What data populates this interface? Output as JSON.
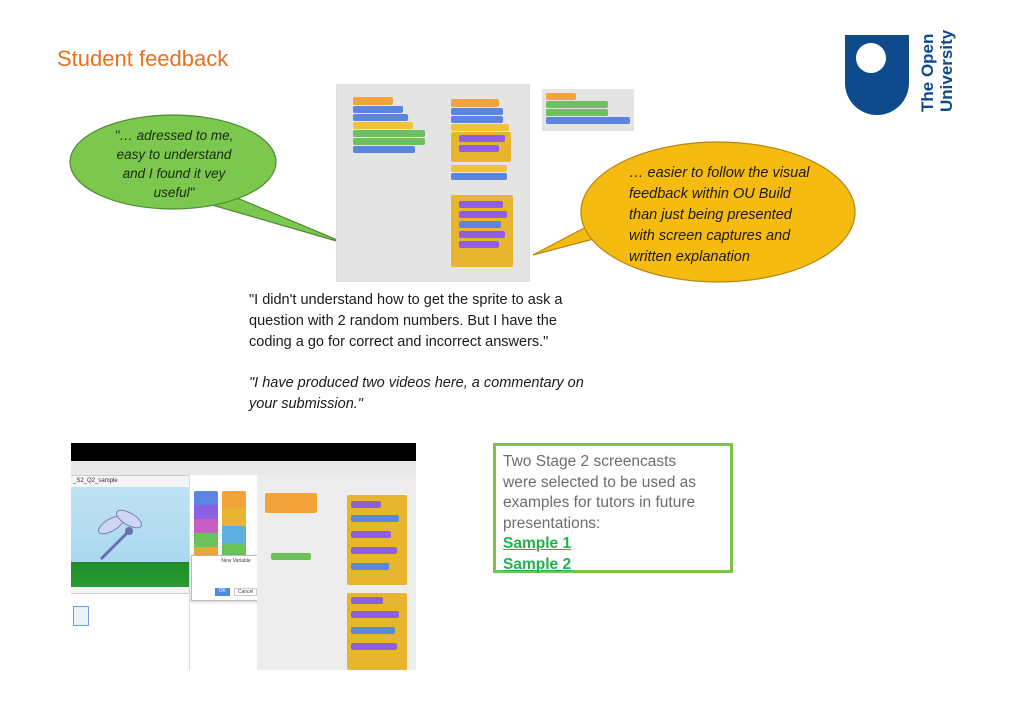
{
  "slide": {
    "title": "Student feedback"
  },
  "logo": {
    "line1": "The Open",
    "line2": "University",
    "color": "#0e4a8c"
  },
  "bubble_green": {
    "lines": [
      "\"… adressed to me,",
      "easy to understand",
      "and I found it vey",
      "useful\""
    ],
    "fill": "#7cc84f"
  },
  "bubble_yellow": {
    "lines": [
      "… easier to follow the visual",
      "feedback within OU Build",
      "than just being presented",
      "with screen captures and",
      "written explanation"
    ],
    "fill": "#f6bb11"
  },
  "quotes": {
    "student": [
      "\"I didn't understand how to get the sprite to ask a",
      "question with 2 random numbers. But I have the",
      "coding a go for correct and incorrect answers.\""
    ],
    "tutor": [
      "\"I have produced two videos here, a commentary on",
      "your submission.\""
    ]
  },
  "info_box": {
    "lines": [
      "Two Stage 2 screencasts",
      "were selected to be used as",
      "examples for tutors in future",
      "presentations:"
    ],
    "link1": "Sample 1",
    "link2": "Sample 2",
    "border_color": "#7dc24b",
    "link_color": "#22b14c"
  },
  "video": {
    "project_name": "_S2_Q2_sample",
    "dialog_title": "New Variable",
    "dialog_ok": "OK",
    "dialog_cancel": "Cancel"
  }
}
